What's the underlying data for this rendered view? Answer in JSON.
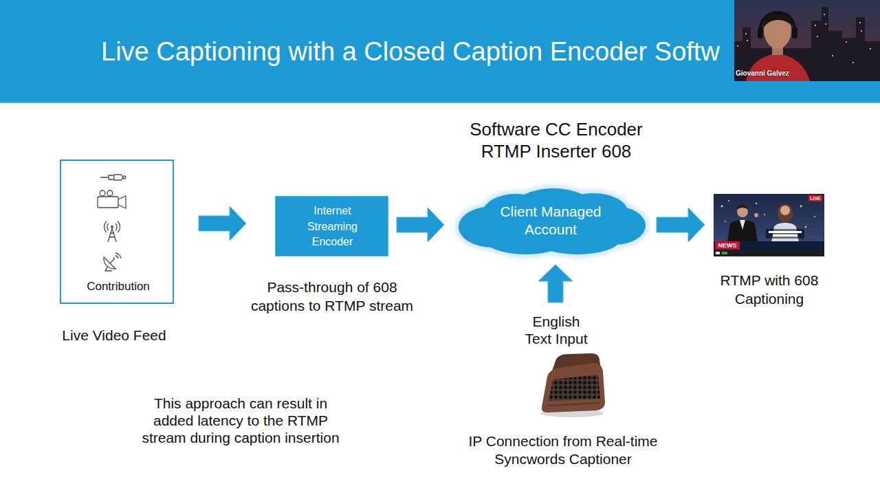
{
  "diagram": {
    "title": "Live Captioning with a Closed Caption Encoder Softw",
    "nodes": [
      {
        "text": [
          "Contribution",
          "Live Video Feed"
        ]
      },
      {
        "text": [
          "Internet Streaming Encoder",
          "Pass-through of 608 captions to RTMP stream"
        ]
      },
      {
        "text": [
          "Software CC Encoder RTMP Inserter 608",
          "Client Managed Account"
        ]
      },
      {
        "text": [
          "RTMP with 608 Captioning"
        ]
      },
      {
        "text": [
          "English Text Input",
          "IP Connection from Real-time Syncwords Captioner"
        ]
      }
    ],
    "edges": [
      {
        "from": 0,
        "to": 1,
        "arrow": "to"
      },
      {
        "from": 1,
        "to": 2,
        "arrow": "to"
      },
      {
        "from": 2,
        "to": 3,
        "arrow": "to"
      },
      {
        "from": 4,
        "to": 2,
        "arrow": "to"
      }
    ],
    "labels": [
      "Giovanni Galvez",
      "LIVE",
      "NEWS",
      "This approach can result in added latency to the RTMP stream during caption insertion"
    ]
  }
}
